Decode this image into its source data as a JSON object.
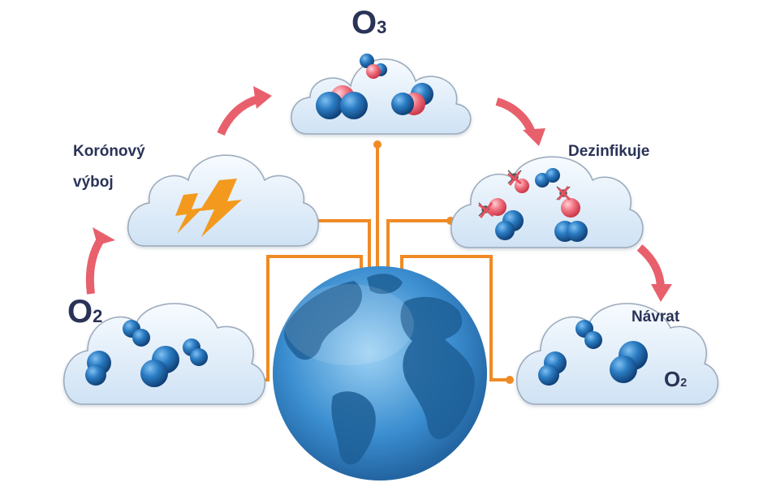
{
  "labels": {
    "o3": {
      "main": "O",
      "sub": "3"
    },
    "o2_left": {
      "main": "O",
      "sub": "2"
    },
    "o2_right": {
      "main": "O",
      "sub": "2"
    },
    "corona_line1": "Korónový",
    "corona_line2": "výboj",
    "disinfect": "Dezinfikuje",
    "return": "Návrat"
  },
  "colors": {
    "connector": "#f08a24",
    "arrow": "#e8606c",
    "cloud_fill": "#e6f1fb",
    "cloud_stroke": "#9aa9ba",
    "molecule_blue": "#1f6fb6",
    "molecule_red": "#e8505f",
    "globe_ocean": "#3b8ed0",
    "globe_land": "#1d5f96",
    "lightning": "#f39a1e",
    "text": "#2a3357"
  },
  "icons": [
    "lightning-icon",
    "globe-icon",
    "virus-icon"
  ]
}
